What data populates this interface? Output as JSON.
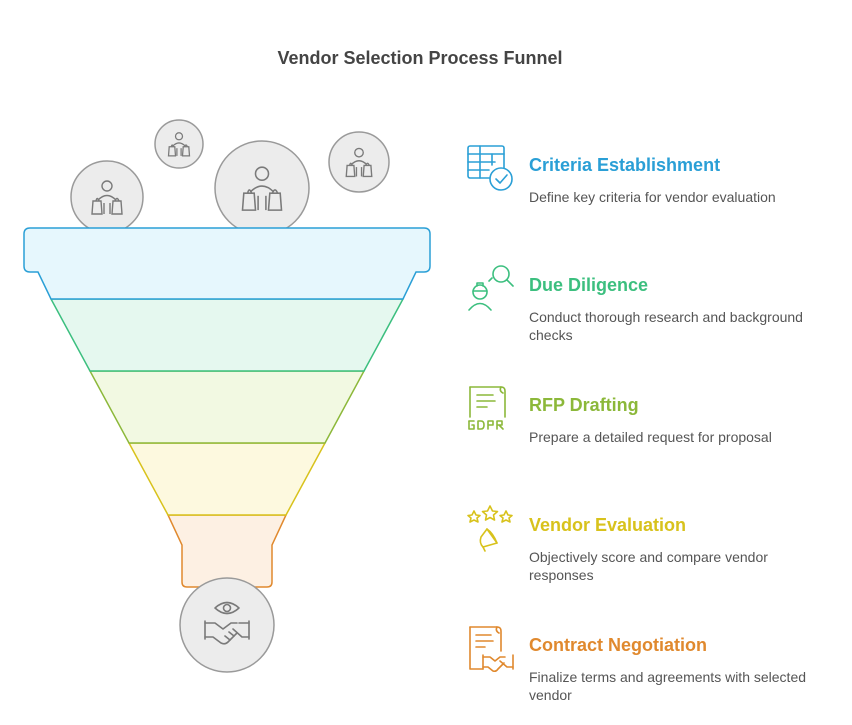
{
  "title": "Vendor Selection Process Funnel",
  "colors": {
    "stroke_grey": "#9a9a9a",
    "circle_fill": "#ececec"
  },
  "stages": [
    {
      "title": "Criteria Establishment",
      "description": "Define key criteria for vendor evaluation",
      "icon": "spreadsheet-check-icon",
      "color": "#2a9fd6",
      "fill": "#e6f7fd"
    },
    {
      "title": "Due Diligence",
      "description": "Conduct thorough research and background checks",
      "icon": "person-search-icon",
      "color": "#3cbf7f",
      "fill": "#e5f8ef"
    },
    {
      "title": "RFP Drafting",
      "description": "Prepare a detailed request for proposal",
      "icon": "gdpr-document-icon",
      "color": "#8cb83a",
      "fill": "#f2f9e2"
    },
    {
      "title": "Vendor Evaluation",
      "description": "Objectively score and compare vendor responses",
      "icon": "star-rating-icon",
      "color": "#d8c21c",
      "fill": "#fdf9df"
    },
    {
      "title": "Contract Negotiation",
      "description": "Finalize terms and agreements with selected vendor",
      "icon": "contract-handshake-icon",
      "color": "#e0892e",
      "fill": "#fdf0e3"
    }
  ],
  "input_circles": [
    {
      "icon": "vendor-person-icon"
    },
    {
      "icon": "vendor-person-icon"
    },
    {
      "icon": "vendor-person-icon"
    },
    {
      "icon": "vendor-person-icon"
    }
  ],
  "output_circle": {
    "icon": "eye-handshake-icon"
  }
}
